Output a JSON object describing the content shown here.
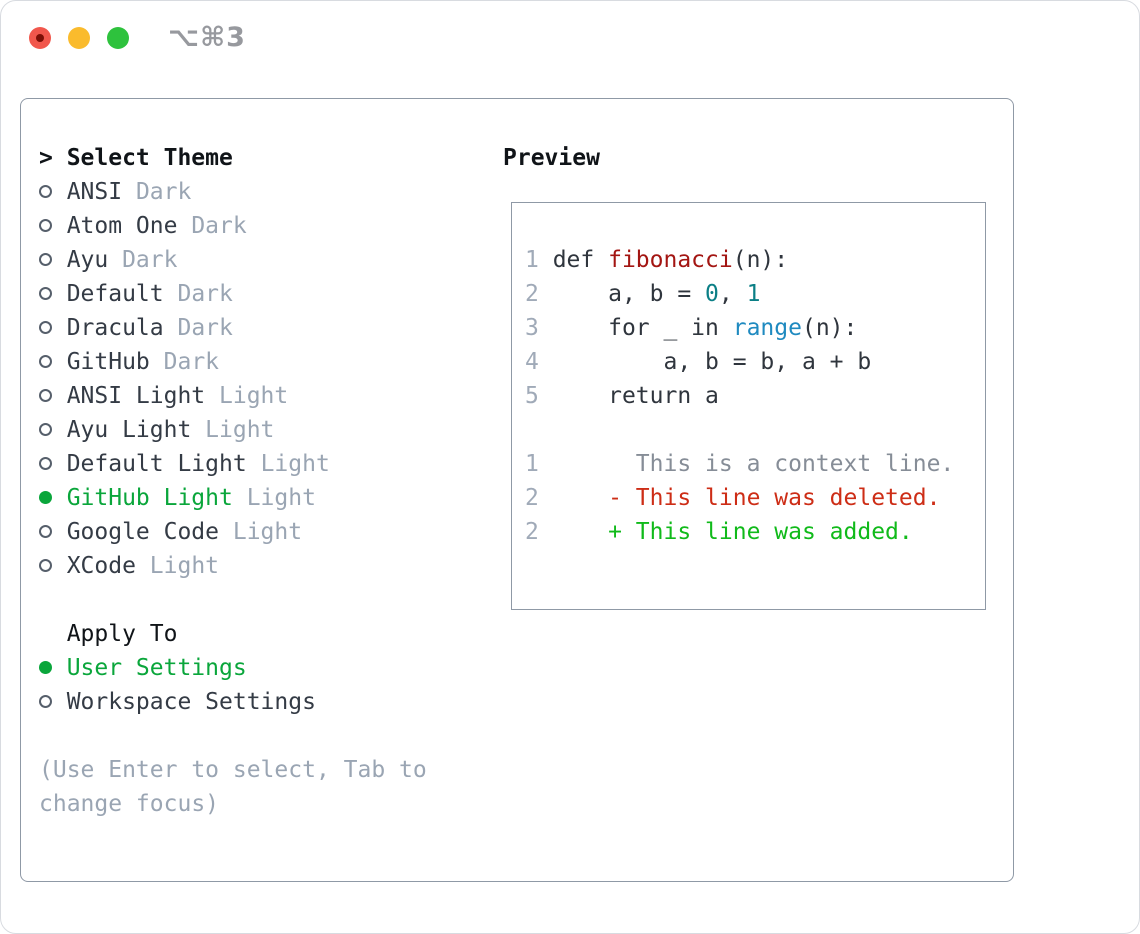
{
  "titlebar": {
    "title": "⌥⌘3"
  },
  "traffic_lights": {
    "close_color": "#f1574c",
    "close_dot_color": "#7c0f06",
    "minimize_color": "#fabb2d",
    "zoom_color": "#2ec23d"
  },
  "palette": {
    "ink": "#101418",
    "text": "#343b45",
    "muted": "#9aa5b3",
    "green": "#0aa63b",
    "circle": "#565f6b",
    "linenum": "#a0aab8",
    "code": "#2f353d",
    "func": "#a31512",
    "numlit": "#0b7f86",
    "builtin": "#1f8ac0",
    "context": "#868d97",
    "deleted": "#cd2d16",
    "added": "#10ba1a",
    "border": "#8f99a6"
  },
  "radio": {
    "selected_glyph": "●",
    "unselected_glyph": "○"
  },
  "theme_list": {
    "prompt": ">",
    "title": "Select Theme",
    "items": [
      {
        "name": "ANSI",
        "variant": "Dark",
        "selected": false
      },
      {
        "name": "Atom One",
        "variant": "Dark",
        "selected": false
      },
      {
        "name": "Ayu",
        "variant": "Dark",
        "selected": false
      },
      {
        "name": "Default",
        "variant": "Dark",
        "selected": false
      },
      {
        "name": "Dracula",
        "variant": "Dark",
        "selected": false
      },
      {
        "name": "GitHub",
        "variant": "Dark",
        "selected": false
      },
      {
        "name": "ANSI Light",
        "variant": "Light",
        "selected": false
      },
      {
        "name": "Ayu Light",
        "variant": "Light",
        "selected": false
      },
      {
        "name": "Default Light",
        "variant": "Light",
        "selected": false
      },
      {
        "name": "GitHub Light",
        "variant": "Light",
        "selected": true
      },
      {
        "name": "Google Code",
        "variant": "Light",
        "selected": false
      },
      {
        "name": "XCode",
        "variant": "Light",
        "selected": false
      }
    ]
  },
  "apply_to": {
    "title": "Apply To",
    "options": [
      {
        "label": "User Settings",
        "selected": true
      },
      {
        "label": "Workspace Settings",
        "selected": false
      }
    ]
  },
  "hint_lines": [
    "(Use Enter to select, Tab to",
    "change focus)"
  ],
  "preview": {
    "title": "Preview",
    "lines": [
      {
        "name": "code-line-1",
        "seg": [
          {
            "t": "1 ",
            "c": "linenum"
          },
          {
            "t": "def ",
            "c": "code"
          },
          {
            "t": "fibonacci",
            "c": "func"
          },
          {
            "t": "(n):",
            "c": "code"
          }
        ]
      },
      {
        "name": "code-line-2",
        "seg": [
          {
            "t": "2 ",
            "c": "linenum"
          },
          {
            "t": "    a, b = ",
            "c": "code"
          },
          {
            "t": "0",
            "c": "numlit"
          },
          {
            "t": ", ",
            "c": "code"
          },
          {
            "t": "1",
            "c": "numlit"
          }
        ]
      },
      {
        "name": "code-line-3",
        "seg": [
          {
            "t": "3 ",
            "c": "linenum"
          },
          {
            "t": "    for _ in ",
            "c": "code"
          },
          {
            "t": "range",
            "c": "builtin"
          },
          {
            "t": "(n):",
            "c": "code"
          }
        ]
      },
      {
        "name": "code-line-4",
        "seg": [
          {
            "t": "4 ",
            "c": "linenum"
          },
          {
            "t": "        a, b = b, a + b",
            "c": "code"
          }
        ]
      },
      {
        "name": "code-line-5",
        "seg": [
          {
            "t": "5 ",
            "c": "linenum"
          },
          {
            "t": "    return a",
            "c": "code"
          }
        ]
      },
      {
        "name": "blank-line",
        "seg": []
      },
      {
        "name": "diff-context-line",
        "seg": [
          {
            "t": "1 ",
            "c": "linenum"
          },
          {
            "t": "      This is a context line.",
            "c": "context"
          }
        ]
      },
      {
        "name": "diff-deleted-line",
        "seg": [
          {
            "t": "2 ",
            "c": "linenum"
          },
          {
            "t": "    ",
            "c": "code"
          },
          {
            "t": "- This line was deleted.",
            "c": "deleted"
          }
        ]
      },
      {
        "name": "diff-added-line",
        "seg": [
          {
            "t": "2 ",
            "c": "linenum"
          },
          {
            "t": "    ",
            "c": "code"
          },
          {
            "t": "+ This line was added.",
            "c": "added"
          }
        ]
      }
    ]
  }
}
